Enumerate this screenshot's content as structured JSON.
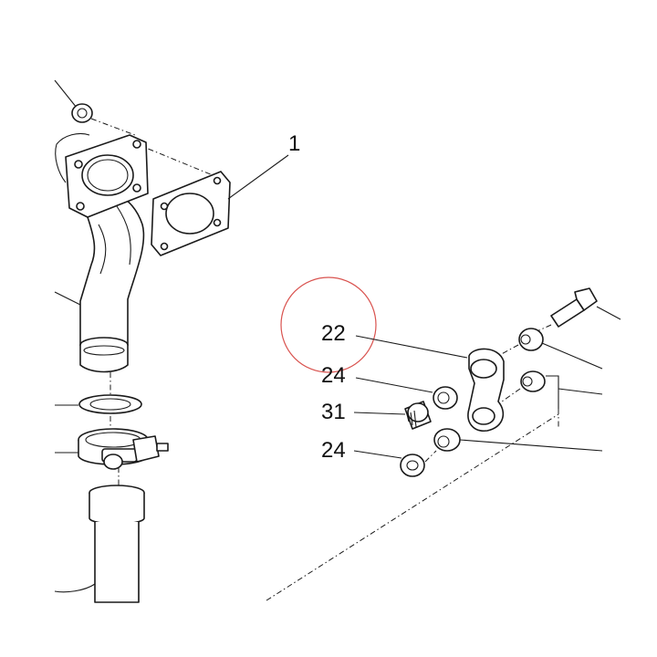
{
  "diagram": {
    "part_labels": {
      "label_1": "1",
      "label_22": "22",
      "label_24_upper": "24",
      "label_31": "31",
      "label_24_lower": "24"
    },
    "highlight_circle_color": "#d9534f",
    "line_color": "#1a1a1a"
  }
}
